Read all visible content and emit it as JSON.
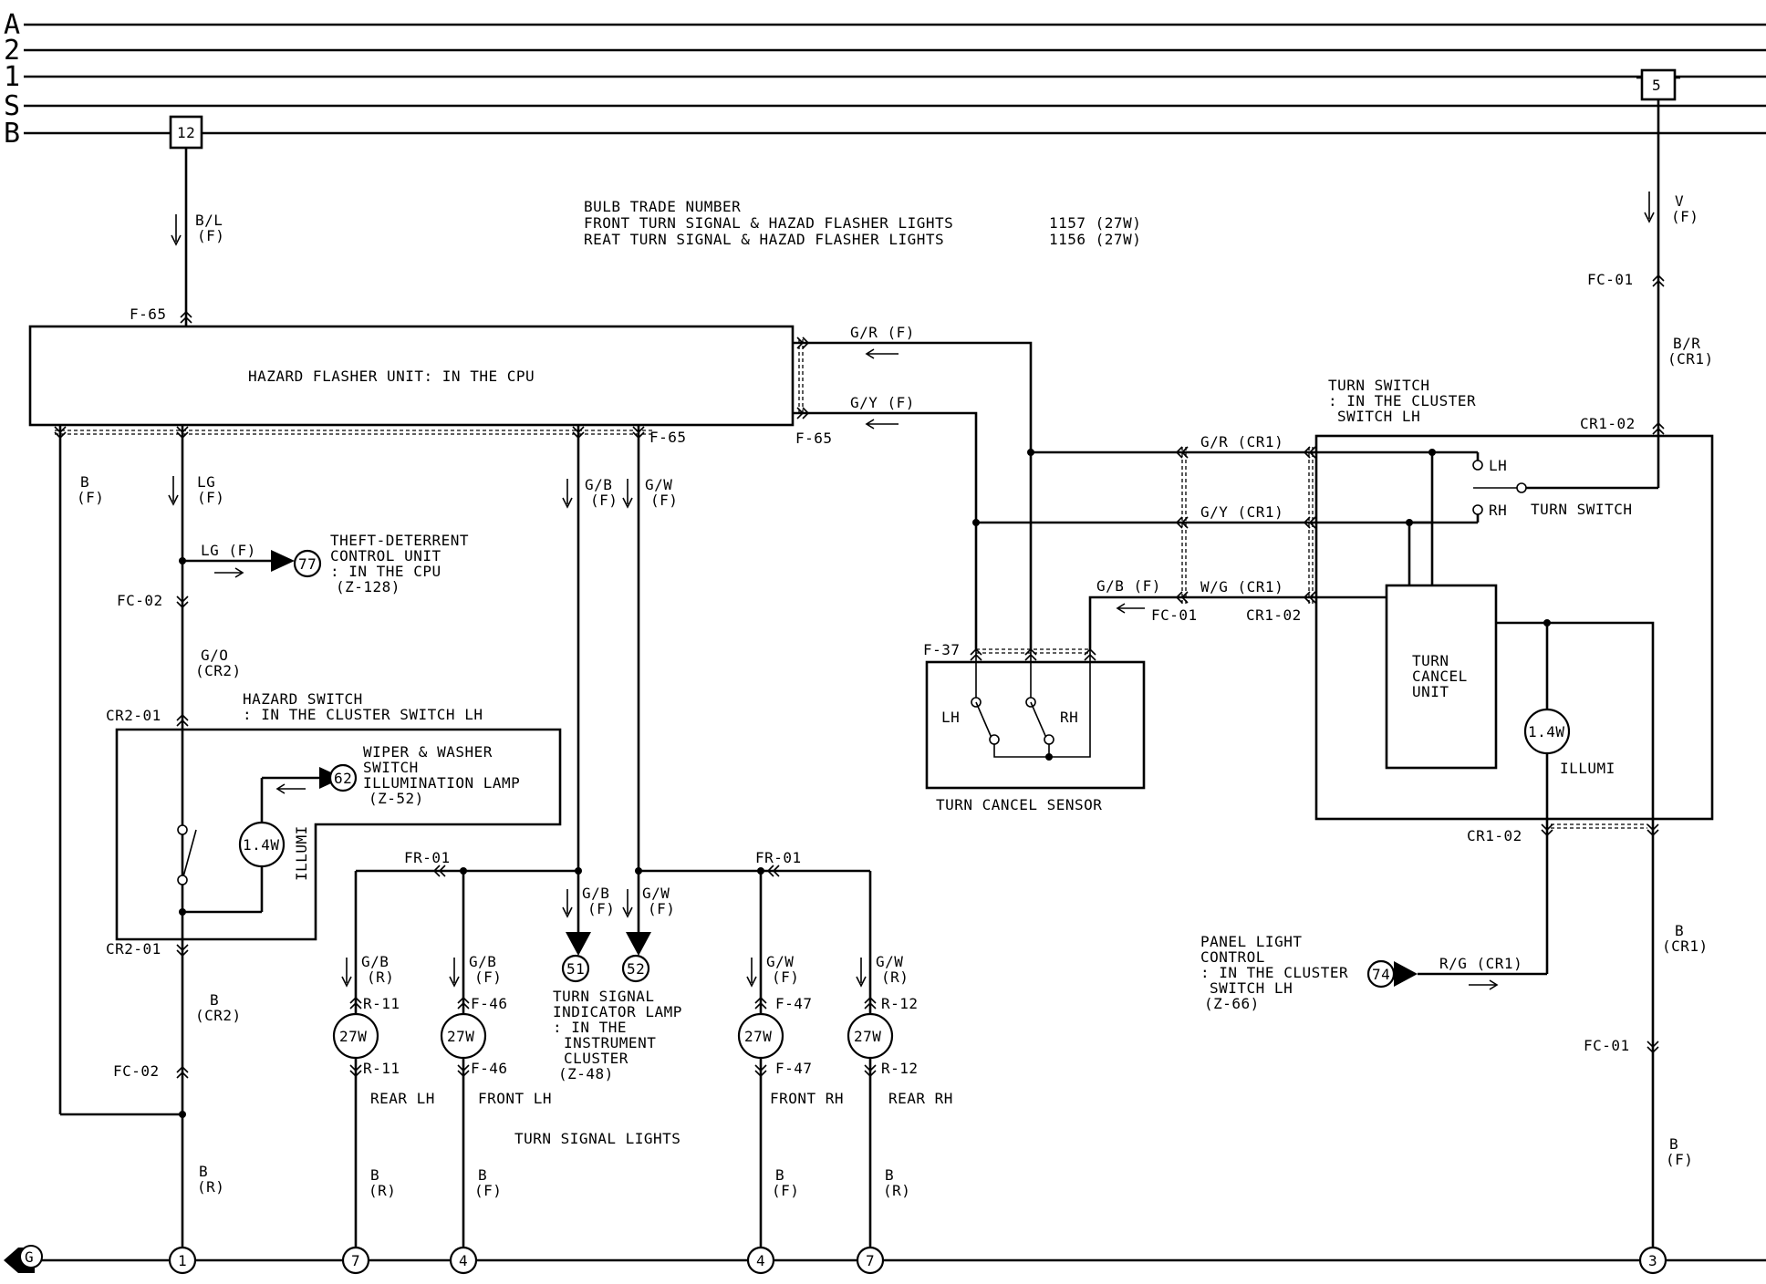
{
  "rails": [
    "A",
    "2",
    "1",
    "S",
    "B"
  ],
  "fuses": {
    "b_rail": "12",
    "one_rail": "5"
  },
  "bulb_info": {
    "heading": "BULB TRADE NUMBER",
    "front_label": "FRONT TURN SIGNAL & HAZAD FLASHER LIGHTS",
    "front_value": "1157 (27W)",
    "rear_label": "REAT TURN SIGNAL & HAZAD FLASHER LIGHTS",
    "rear_value": "1156 (27W)"
  },
  "components": {
    "hazard_flasher": "HAZARD FLASHER UNIT: IN THE CPU",
    "theft_deterrent": {
      "lines": [
        "THEFT-DETERRENT",
        "CONTROL UNIT",
        ": IN THE CPU",
        "(Z-128)"
      ],
      "ref": "77"
    },
    "hazard_switch": {
      "lines": [
        "HAZARD SWITCH",
        ": IN THE CLUSTER SWITCH LH"
      ]
    },
    "wiper_lamp": {
      "lines": [
        "WIPER & WASHER",
        "SWITCH",
        "ILLUMINATION LAMP",
        "(Z-52)"
      ],
      "ref": "62"
    },
    "illumi_vertical": "ILLUMI",
    "indicator_lamp": {
      "lines": [
        "TURN SIGNAL",
        "INDICATOR LAMP",
        ": IN THE",
        "INSTRUMENT",
        "CLUSTER",
        "(Z-48)"
      ],
      "refs": [
        "51",
        "52"
      ]
    },
    "turn_switch": {
      "lines": [
        "TURN SWITCH",
        ": IN THE CLUSTER",
        "SWITCH LH"
      ],
      "inner_label": "TURN SWITCH",
      "lh": "LH",
      "rh": "RH"
    },
    "turn_cancel_unit": {
      "lines": [
        "TURN",
        "CANCEL",
        "UNIT"
      ]
    },
    "turn_cancel_sensor": {
      "label": "TURN CANCEL SENSOR",
      "lh": "LH",
      "rh": "RH"
    },
    "illumi": "ILLUMI",
    "panel_light": {
      "lines": [
        "PANEL LIGHT",
        "CONTROL",
        ": IN THE CLUSTER",
        "SWITCH LH",
        "(Z-66)"
      ],
      "ref": "74"
    },
    "turn_signal_lights": "TURN SIGNAL LIGHTS"
  },
  "bulbs": {
    "rating": "27W",
    "lamp_rating": "1.4W"
  },
  "lamp_labels": {
    "rear_lh": "REAR LH",
    "front_lh": "FRONT LH",
    "front_rh": "FRONT RH",
    "rear_rh": "REAR RH"
  },
  "connectors": {
    "f65": "F-65",
    "fc02": "FC-02",
    "cr201": "CR2-01",
    "fc01": "FC-01",
    "cr102": "CR1-02",
    "f37": "F-37",
    "fr01": "FR-01",
    "r11": "R-11",
    "f46": "F-46",
    "f47": "F-47",
    "r12": "R-12"
  },
  "wires": {
    "bl": [
      "B/L",
      "(F)"
    ],
    "v": [
      "V",
      "(F)"
    ],
    "br": [
      "B/R",
      "(CR1)"
    ],
    "gr_f": "G/R (F)",
    "gy_f": "G/Y (F)",
    "b_f": [
      "B",
      "(F)"
    ],
    "lg": [
      "LG",
      "(F)"
    ],
    "lg_f": "LG (F)",
    "gb_f": [
      "G/B",
      "(F)"
    ],
    "gw_f": [
      "G/W",
      "(F)"
    ],
    "go": [
      "G/O",
      "(CR2)"
    ],
    "b_cr2": [
      "B",
      "(CR2)"
    ],
    "b_r": [
      "B",
      "(R)"
    ],
    "gb_r": [
      "G/B",
      "(R)"
    ],
    "gw_r": [
      "G/W",
      "(R)"
    ],
    "gr_cr1": "G/R (CR1)",
    "gy_cr1": "G/Y (CR1)",
    "wg_cr1": "W/G (CR1)",
    "gb_f_single": "G/B (F)",
    "rg_cr1": "R/G (CR1)",
    "b_cr1": [
      "B",
      "(CR1)"
    ]
  },
  "grounds": {
    "main": "G",
    "nums": [
      "1",
      "7",
      "4",
      "4",
      "7",
      "3"
    ]
  }
}
